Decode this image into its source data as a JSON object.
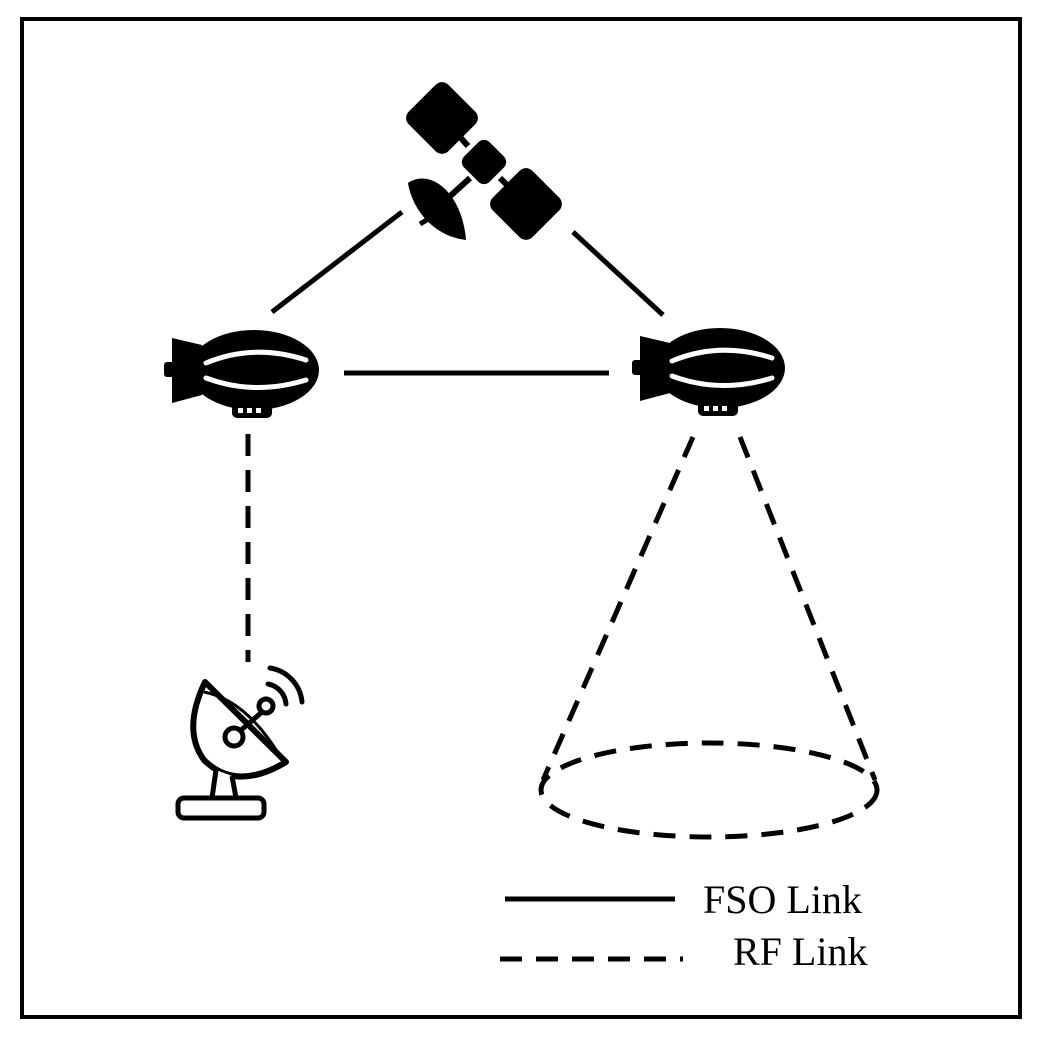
{
  "colors": {
    "stroke": "#000000",
    "background": "#ffffff"
  },
  "nodes": {
    "satellite": {
      "icon": "satellite-icon"
    },
    "airship_left": {
      "icon": "airship-icon"
    },
    "airship_right": {
      "icon": "airship-icon"
    },
    "ground_station": {
      "icon": "satellite-dish-icon"
    }
  },
  "links": [
    {
      "from": "airship_left",
      "to": "satellite",
      "type": "FSO"
    },
    {
      "from": "satellite",
      "to": "airship_right",
      "type": "FSO"
    },
    {
      "from": "airship_left",
      "to": "airship_right",
      "type": "FSO"
    },
    {
      "from": "airship_left",
      "to": "ground_station",
      "type": "RF"
    },
    {
      "from": "airship_right",
      "to": "coverage_area",
      "type": "RF"
    }
  ],
  "legend": {
    "fso_label": "FSO Link",
    "rf_label": "RF Link"
  }
}
